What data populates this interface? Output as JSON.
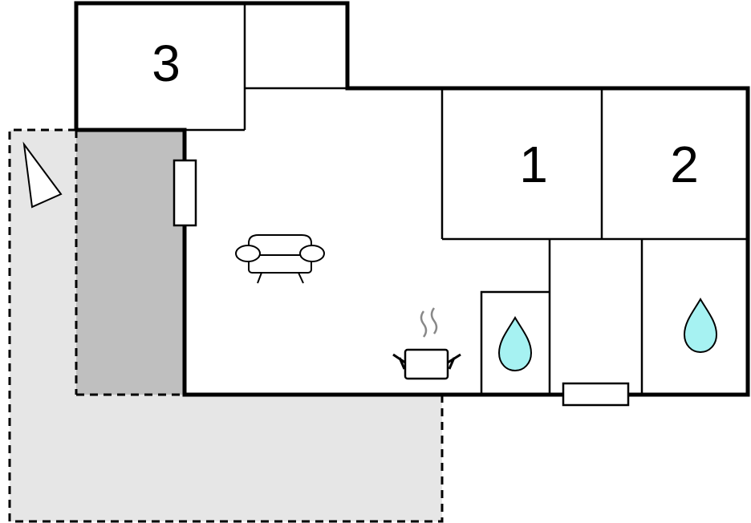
{
  "floorplan": {
    "rooms": {
      "room_3": {
        "label": "3"
      },
      "room_1": {
        "label": "1"
      },
      "room_2": {
        "label": "2"
      }
    },
    "icons": {
      "sofa": "sofa-icon",
      "cooking_pot": "cooking-pot-icon",
      "water_drop": "water-drop-icon",
      "compass": "north-arrow-icon"
    },
    "colors": {
      "wall": "#000000",
      "terrace_light": "#e6e6e6",
      "terrace_dark": "#bfbfbf",
      "water": "#a6f2f2",
      "background": "#ffffff"
    }
  }
}
